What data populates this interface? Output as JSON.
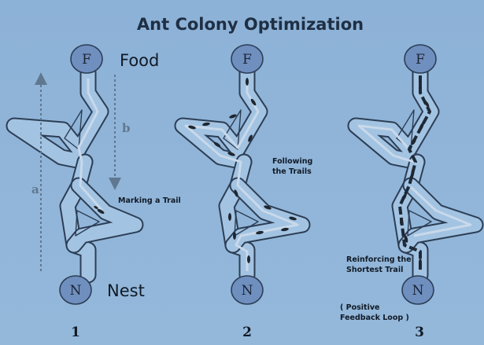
{
  "title": "Ant Colony Optimization",
  "nodes": {
    "food": "F",
    "nest": "N"
  },
  "labels": {
    "food": "Food",
    "nest": "Nest"
  },
  "axis_letters": {
    "a": "a",
    "b": "b"
  },
  "annotations": {
    "marking": "Marking a Trail",
    "following_1": "Following",
    "following_2": "the Trails",
    "reinforcing_1": "Reinforcing the",
    "reinforcing_2": "Shortest Trail",
    "feedback_1": "( Positive",
    "feedback_2": "Feedback Loop )"
  },
  "panel_numbers": [
    "1",
    "2",
    "3"
  ],
  "colors": {
    "background": "#8fb4d8",
    "trail_edge": "#2c3e55",
    "node_fill": "#6f8fbf",
    "arrow": "#5f7890"
  }
}
